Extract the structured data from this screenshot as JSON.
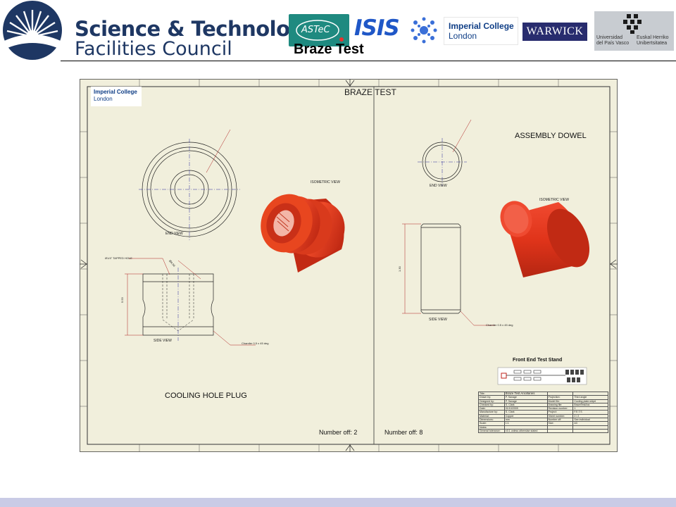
{
  "slide": {
    "title": "Braze Test"
  },
  "header": {
    "stfc": {
      "line1": "Science & Technology",
      "line2": "Facilities Council"
    },
    "logos": {
      "astec": "ASTeC",
      "isis": "ISIS",
      "imperial": [
        "Imperial College",
        "London"
      ],
      "warwick": "WARWICK",
      "ehu_left": [
        "Universidad",
        "del País Vasco"
      ],
      "ehu_right": [
        "Euskal Herriko",
        "Unibertsitatea"
      ]
    }
  },
  "drawing": {
    "logo": [
      "Imperial College",
      "London"
    ],
    "sheet_title": "BRAZE TEST",
    "left_part": {
      "name": "COOLING HOLE PLUG",
      "end_view": "END VIEW",
      "side_view": "SIDE VIEW",
      "isometric": "ISOMETRIC VIEW",
      "number_off": "Number off: 2",
      "note_hole": "Ø1/4\" TAPPED HOLE",
      "chamfer": "Chamfer 0.5 x 45 deg",
      "dim_a": "5.53",
      "dim_b": "Ø4.00"
    },
    "right_part": {
      "name": "ASSEMBLY DOWEL",
      "end_view": "END VIEW",
      "side_view": "SIDE VIEW",
      "isometric": "ISOMETRIC VIEW",
      "number_off": "Number off: 8",
      "chamfer": "Chamfer 0.5 x 45 deg",
      "dim_length": "1.30"
    },
    "stand_label": "Front End Test Stand",
    "title_block": {
      "rows": [
        [
          "Title:",
          "Braze Test Ancillaries",
          "",
          ""
        ],
        [
          "Drawn by:",
          "P. Savage",
          "Projection:",
          "Third angle"
        ],
        [
          "Designed by:",
          "P. Savage",
          "Model file:",
          "Cooling plate.sldprt"
        ],
        [
          "Checked by:",
          "S. Clark",
          "Drawing file:",
          "BrazeTestAnc"
        ],
        [
          "Date:",
          "01/10/2009",
          "Revision number:",
          "1"
        ],
        [
          "Manufacture by:",
          "S. Clark",
          "Project:",
          "F.E.T.S"
        ],
        [
          "Material:",
          "Copper",
          "Sheet number:",
          "2 / 2"
        ],
        [
          "Dimensions:",
          "mm",
          "Number off:",
          "See individual"
        ],
        [
          "Scale:",
          "1:1",
          "Size:",
          "A3"
        ],
        [
          "Notes:",
          "",
          "",
          ""
        ],
        [
          "General tolerance:",
          "±0.1 unless otherwise stated",
          "",
          ""
        ]
      ]
    },
    "colors": {
      "part_red": "#e0341a",
      "paper": "#f1efdc"
    }
  }
}
